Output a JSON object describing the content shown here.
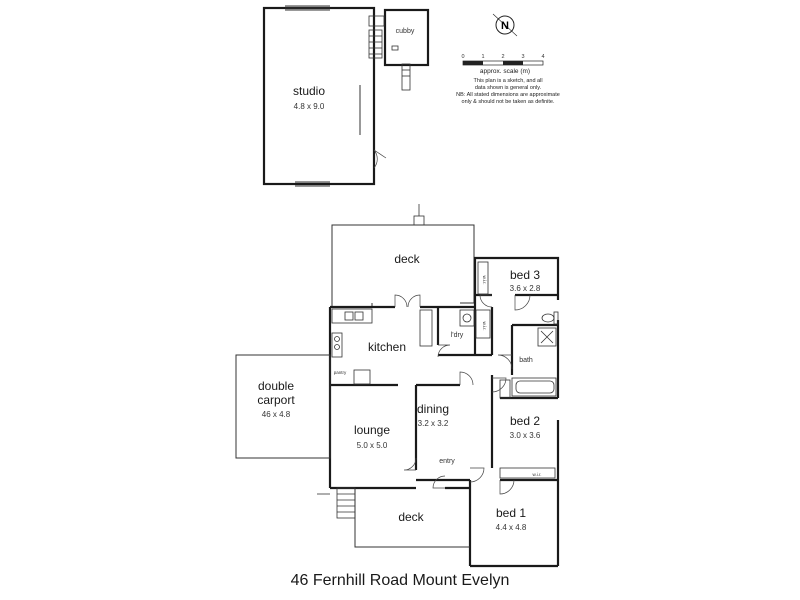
{
  "address": "46 Fernhill Road Mount Evelyn",
  "rooms": {
    "studio": {
      "name": "studio",
      "dim": "4.8 x 9.0"
    },
    "cubby": {
      "name": "cubby"
    },
    "deck_top": {
      "name": "deck"
    },
    "bed3": {
      "name": "bed 3",
      "dim": "3.6 x 2.8"
    },
    "kitchen": {
      "name": "kitchen"
    },
    "pantry": {
      "name": "pantry"
    },
    "ldry": {
      "name": "l'dry"
    },
    "bath": {
      "name": "bath"
    },
    "carport": {
      "name_line1": "double",
      "name_line2": "carport",
      "dim": "46 x 4.8"
    },
    "lounge": {
      "name": "lounge",
      "dim": "5.0 x 5.0"
    },
    "dining": {
      "name": "dining",
      "dim": "3.2 x 3.2"
    },
    "bed2": {
      "name": "bed 2",
      "dim": "3.0 x 3.6"
    },
    "entry": {
      "name": "entry"
    },
    "deck_bottom": {
      "name": "deck"
    },
    "bed1": {
      "name": "bed 1",
      "dim": "4.4 x 4.8"
    },
    "wir1": {
      "name": "w.i.r."
    },
    "wir2": {
      "name": "w.i.r."
    },
    "wir3": {
      "name": "w.i.r."
    }
  },
  "compass": {
    "label": "N"
  },
  "scale": {
    "ticks": [
      "0",
      "1",
      "2",
      "3",
      "4"
    ],
    "label": "approx. scale (m)",
    "note_lines": [
      "This plan is a sketch, and all",
      "data shown is general only.",
      "NB: All stated dimensions are approximate",
      "only & should not be taken as definite."
    ]
  }
}
